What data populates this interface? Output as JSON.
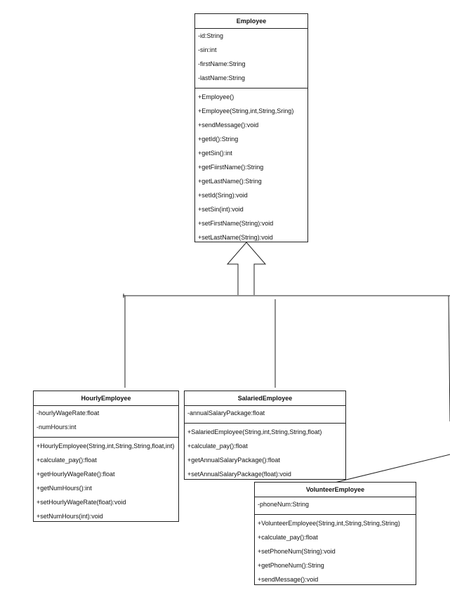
{
  "classes": {
    "employee": {
      "name": "Employee",
      "attributes": [
        "-id:String",
        "-sin:int",
        "-firstName:String",
        "-lastName:String"
      ],
      "methods": [
        "+Employee()",
        "+Employee(String,int,String,Sring)",
        "+sendMessage():void",
        "+getId():String",
        "+getSin():int",
        "+getFiirstName():String",
        "+getLastName():String",
        "+setId(Sring):void",
        "+setSin(int):void",
        "+setFirstName(String):void",
        "+setLastName(String):void"
      ]
    },
    "hourly": {
      "name": "HourlyEmployee",
      "attributes": [
        "-hourlyWageRate:float",
        "-numHours:int"
      ],
      "methods": [
        "+HourlyEmployee(String,int,String,String,float,int)",
        "+calculate_pay():float",
        "+getHourlyWageRate():float",
        "+getNumHours():int",
        "+setHourlyWageRate(float):void",
        "+setNumHours(int):void"
      ]
    },
    "salaried": {
      "name": "SalariedEmployee",
      "attributes": [
        "-annualSalaryPackage:float"
      ],
      "methods": [
        "+SalariedEmployee(String,int,String,String,float)",
        "+calculate_pay():float",
        "+getAnnualSalaryPackage():float",
        "+setAnnualSalaryPackage(float):void"
      ]
    },
    "volunteer": {
      "name": "VolunteerEmployee",
      "attributes": [
        "-phoneNum:String"
      ],
      "methods": [
        "+VolunteerEmployee(String,int,String,String,String)",
        "+calculate_pay():float",
        "+setPhoneNum(String):void",
        "+getPhoneNum():String",
        "+sendMessage():void"
      ]
    }
  },
  "relations": [
    {
      "type": "generalization",
      "from": "HourlyEmployee",
      "to": "Employee"
    },
    {
      "type": "generalization",
      "from": "SalariedEmployee",
      "to": "Employee"
    },
    {
      "type": "generalization",
      "from": "VolunteerEmployee",
      "to": "Employee"
    }
  ]
}
